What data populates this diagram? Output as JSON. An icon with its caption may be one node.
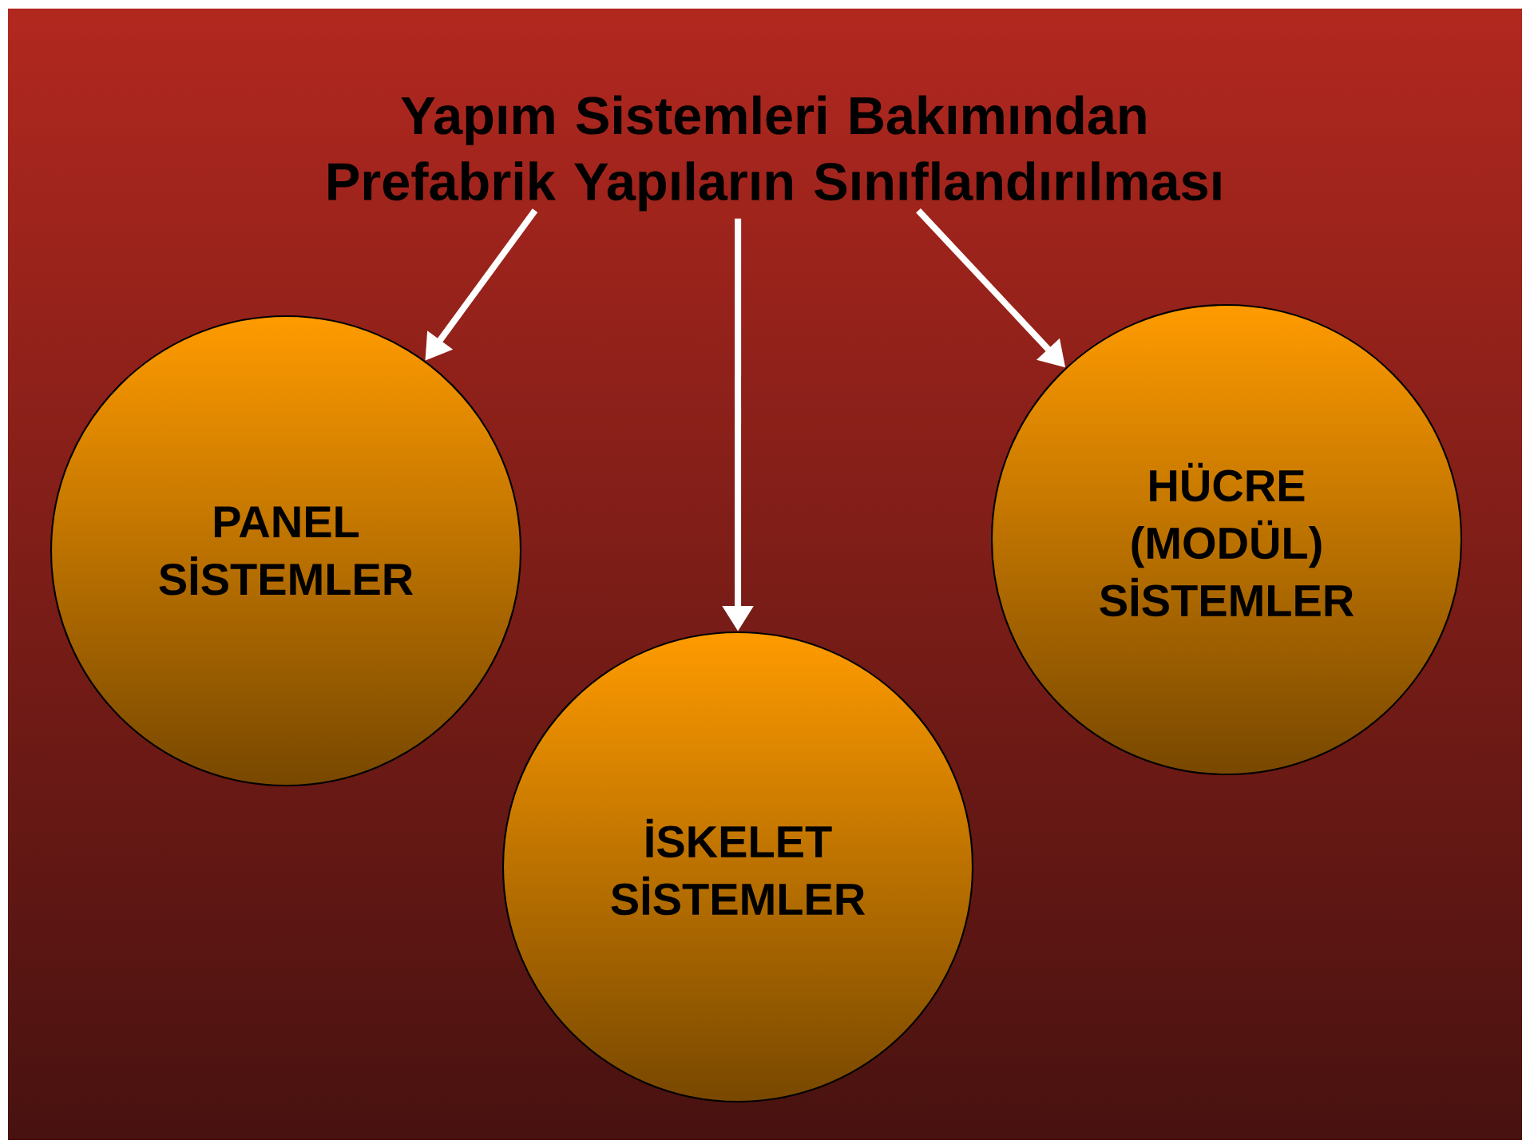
{
  "diagram": {
    "nodes": [
      {
        "text": [
          "Yapım Sistemleri Bakımından Prefabrik Yapıların Sınıflandırılması"
        ]
      },
      {
        "text": [
          "PANEL SİSTEMLER"
        ]
      },
      {
        "text": [
          "İSKELET SİSTEMLER"
        ]
      },
      {
        "text": [
          "HÜCRE (MODÜL) SİSTEMLER"
        ]
      }
    ],
    "edges": [
      {
        "from": 0,
        "to": 1,
        "arrow": "to"
      },
      {
        "from": 0,
        "to": 2,
        "arrow": "to"
      },
      {
        "from": 0,
        "to": 3,
        "arrow": "to"
      }
    ]
  }
}
